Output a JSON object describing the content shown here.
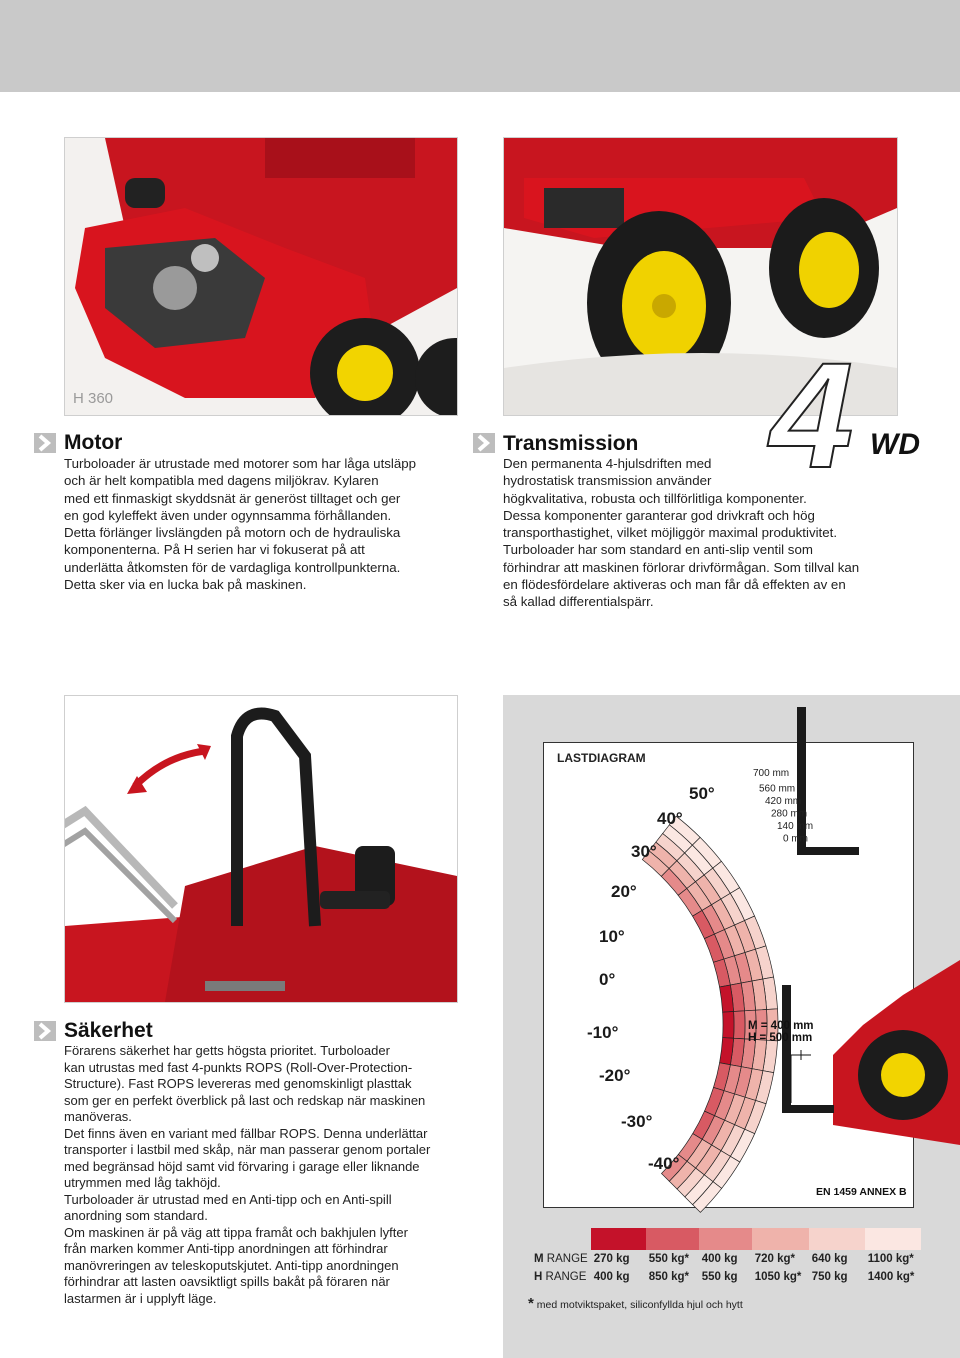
{
  "photo1": {
    "caption": "H 360"
  },
  "motor": {
    "heading": "Motor",
    "lines": [
      "Turboloader är utrustade med motorer som har låga utsläpp",
      "och är helt kompatibla med dagens miljökrav. Kylaren",
      "med ett finmaskigt skyddsnät är generöst tilltaget och ger",
      "en god kyleffekt även under ogynnsamma förhållanden.",
      "Detta förlänger livslängden på motorn och de hydrauliska",
      "komponenterna. På H serien har vi fokuserat på att",
      "underlätta åtkomsten för de vardagliga kontrollpunkterna.",
      "Detta sker via en lucka bak på maskinen."
    ]
  },
  "transmission": {
    "heading": "Transmission",
    "badge_number": "4",
    "badge_text": "WD",
    "lines": [
      "Den permanenta 4-hjulsdriften med",
      "hydrostatisk transmission använder",
      "högkvalitativa, robusta och tillförlitliga komponenter.",
      "Dessa komponenter garanterar god drivkraft och hög",
      "transporthastighet, vilket möjliggör maximal produktivitet.",
      "Turboloader har som standard en anti-slip ventil som",
      "förhindrar att maskinen förlorar drivförmågan. Som tillval kan",
      "en flödesfördelare aktiveras och man får då effekten av en",
      "så kallad differentialspärr."
    ]
  },
  "sakerhet": {
    "heading": "Säkerhet",
    "lines": [
      "Förarens säkerhet har getts högsta prioritet. Turboloader",
      "kan utrustas med fast 4-punkts ROPS (Roll-Over-Protection-",
      "Structure). Fast ROPS levereras med genomskinligt plasttak",
      "som ger en perfekt överblick på last och redskap när maskinen",
      "manöveras.",
      "Det finns även en variant med fällbar ROPS. Denna underlättar",
      "transporter i lastbil med skåp, när man passerar genom portaler",
      "med begränsad höjd samt vid förvaring i garage eller liknande",
      "utrymmen med låg takhöjd.",
      "Turboloader är utrustad med en Anti-tipp och en Anti-spill",
      "anordning som standard.",
      "Om maskinen är på väg att tippa framåt och bakhjulen lyfter",
      "från marken kommer Anti-tipp anordningen att förhindrar",
      "manövreringen av teleskoputskjutet. Anti-tipp anordningen",
      "förhindrar att lasten oavsiktligt spills bakåt på föraren när",
      "lastarmen är i upplyft läge."
    ]
  },
  "lastdiagram": {
    "title": "LASTDIAGRAM",
    "distances": [
      "700 mm",
      "560 mm",
      "420 mm",
      "280 mm",
      "140 mm",
      "0 mm"
    ],
    "angles": [
      "50°",
      "40°",
      "30°",
      "20°",
      "10°",
      "0°",
      "-10°",
      "-20°",
      "-30°",
      "-40°"
    ],
    "m_value": "M = 400 mm",
    "h_value": "H = 500 mm",
    "standard": "EN 1459  ANNEX B",
    "zone_colors": [
      "#c4122a",
      "#d85a63",
      "#e58a8a",
      "#efb3ab",
      "#f6d3cc",
      "#fbe7e2"
    ]
  },
  "ranges": {
    "rows": [
      {
        "label_a": "M",
        "label_b": " RANGE",
        "values": [
          "270 kg",
          "550 kg*",
          "400 kg",
          "720 kg*",
          "640 kg",
          "1100 kg*"
        ]
      },
      {
        "label_a": "H",
        "label_b": " RANGE",
        "values": [
          "400 kg",
          "850 kg*",
          "550 kg",
          "1050 kg*",
          "750 kg",
          "1400 kg*"
        ]
      }
    ],
    "footnote_star": "*",
    "footnote": "med motviktspaket, siliconfyllda hjul och hytt"
  }
}
